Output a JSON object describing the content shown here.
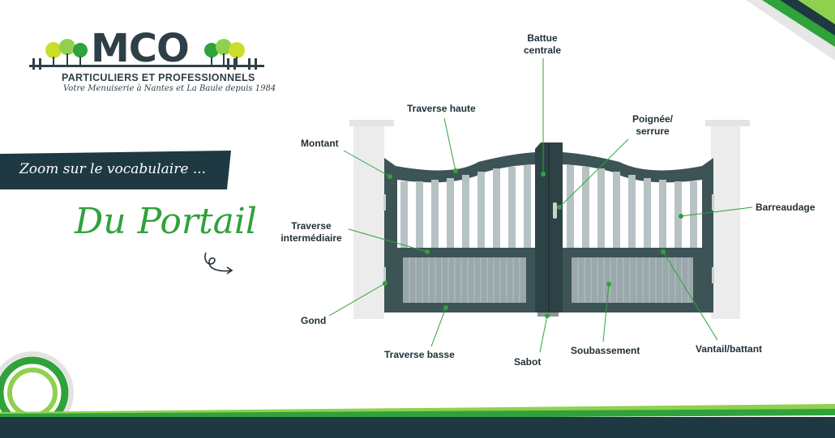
{
  "logo": {
    "letters": "MCO",
    "tagline": "PARTICULIERS ET PROFESSIONNELS",
    "slogan": "Votre Menuiserie à Nantes et La Baule depuis 1984"
  },
  "banner": {
    "text": "Zoom sur le vocabulaire ..."
  },
  "title": "Du Portail",
  "labels": {
    "battue_centrale": [
      "Battue",
      "centrale"
    ],
    "traverse_haute": "Traverse haute",
    "poignee_serrure": [
      "Poignée/",
      "serrure"
    ],
    "montant": "Montant",
    "barreaudage": "Barreaudage",
    "traverse_intermediaire": [
      "Traverse",
      "intermédiaire"
    ],
    "gond": "Gond",
    "traverse_basse": "Traverse basse",
    "sabot": "Sabot",
    "soubassement": "Soubassement",
    "vantail_battant": "Vantail/battant"
  },
  "colors": {
    "gate": "#3d5457",
    "gate_dark": "#2d4245",
    "bars": "#b7c2c5",
    "panel": "#9aa8ab",
    "pillar": "#ebebeb",
    "accent_green": "#2fa23a",
    "dark_navy": "#1e3942"
  }
}
